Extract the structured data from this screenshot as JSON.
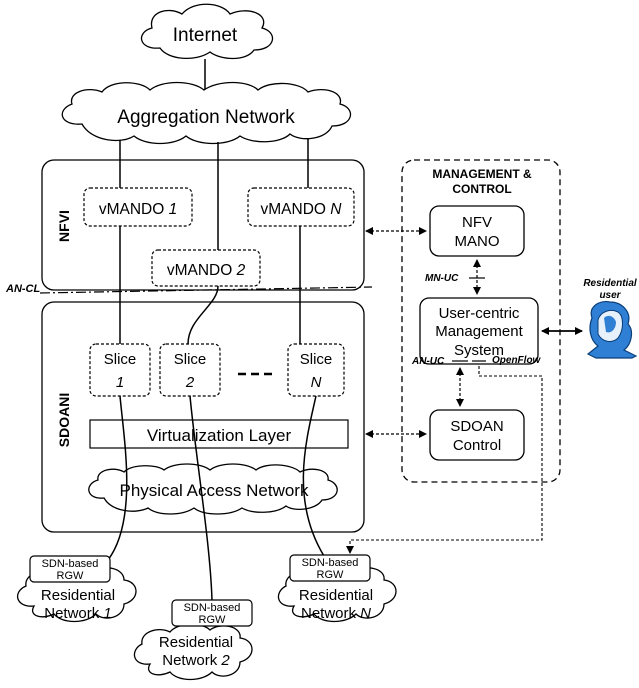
{
  "clouds": {
    "internet": "Internet",
    "aggregation": "Aggregation Network",
    "physical_access": "Physical Access Network"
  },
  "nfvi": {
    "label": "NFVI",
    "vmando_1_prefix": "vMANDO ",
    "vmando_1_num": "1",
    "vmando_2_prefix": "vMANDO ",
    "vmando_2_num": "2",
    "vmando_n_prefix": "vMANDO ",
    "vmando_n_num": "N"
  },
  "boundary_label": "AN-CL",
  "sdoani": {
    "label": "SDOANI",
    "slice_word": "Slice",
    "slice_1_num": "1",
    "slice_2_num": "2",
    "slice_n_num": "N",
    "virtualization_layer": "Virtualization Layer"
  },
  "management": {
    "title_line1": "MANAGEMENT &",
    "title_line2": "CONTROL",
    "nfv_mano_line1": "NFV",
    "nfv_mano_line2": "MANO",
    "ucms_line1": "User-centric",
    "ucms_line2": "Management",
    "ucms_line3": "System",
    "sdoan_line1": "SDOAN",
    "sdoan_line2": "Control",
    "iface_mn_uc": "MN-UC",
    "iface_an_uc": "AN-UC",
    "iface_openflow": "OpenFlow"
  },
  "user": {
    "line1": "Residential",
    "line2": "user"
  },
  "rgw": {
    "line1": "SDN-based",
    "line2": "RGW"
  },
  "residential": {
    "line1": "Residential",
    "n1_prefix": "Network ",
    "n1_num": "1",
    "n2_prefix": "Network ",
    "n2_num": "2",
    "nn_prefix": "Network ",
    "nn_num": "N"
  }
}
